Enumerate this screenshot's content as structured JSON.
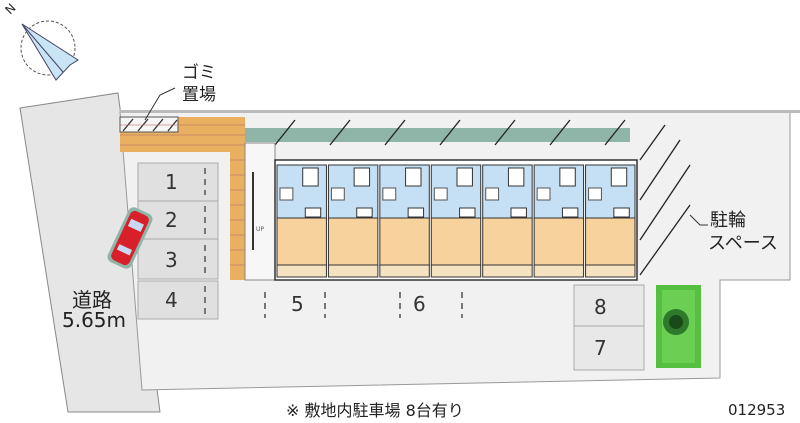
{
  "compass": {
    "label": "N"
  },
  "garbage": {
    "label_line1": "ゴミ",
    "label_line2": "置場"
  },
  "road": {
    "label": "道路",
    "width": "5.65m"
  },
  "bicycle": {
    "label_line1": "駐輪",
    "label_line2": "スペース"
  },
  "parking": {
    "spots": [
      "1",
      "2",
      "3",
      "4",
      "5",
      "6",
      "7",
      "8"
    ]
  },
  "note": "※ 敷地内駐車場 8台有り",
  "code": "012953",
  "building": {
    "units": 7,
    "stair_label": "UP"
  },
  "colors": {
    "bath": "#c5e0f5",
    "room": "#f7d29c",
    "brick": "#e8b060",
    "green": "#55c040",
    "car": "#d8202a",
    "teal": "#8fb5a8"
  }
}
